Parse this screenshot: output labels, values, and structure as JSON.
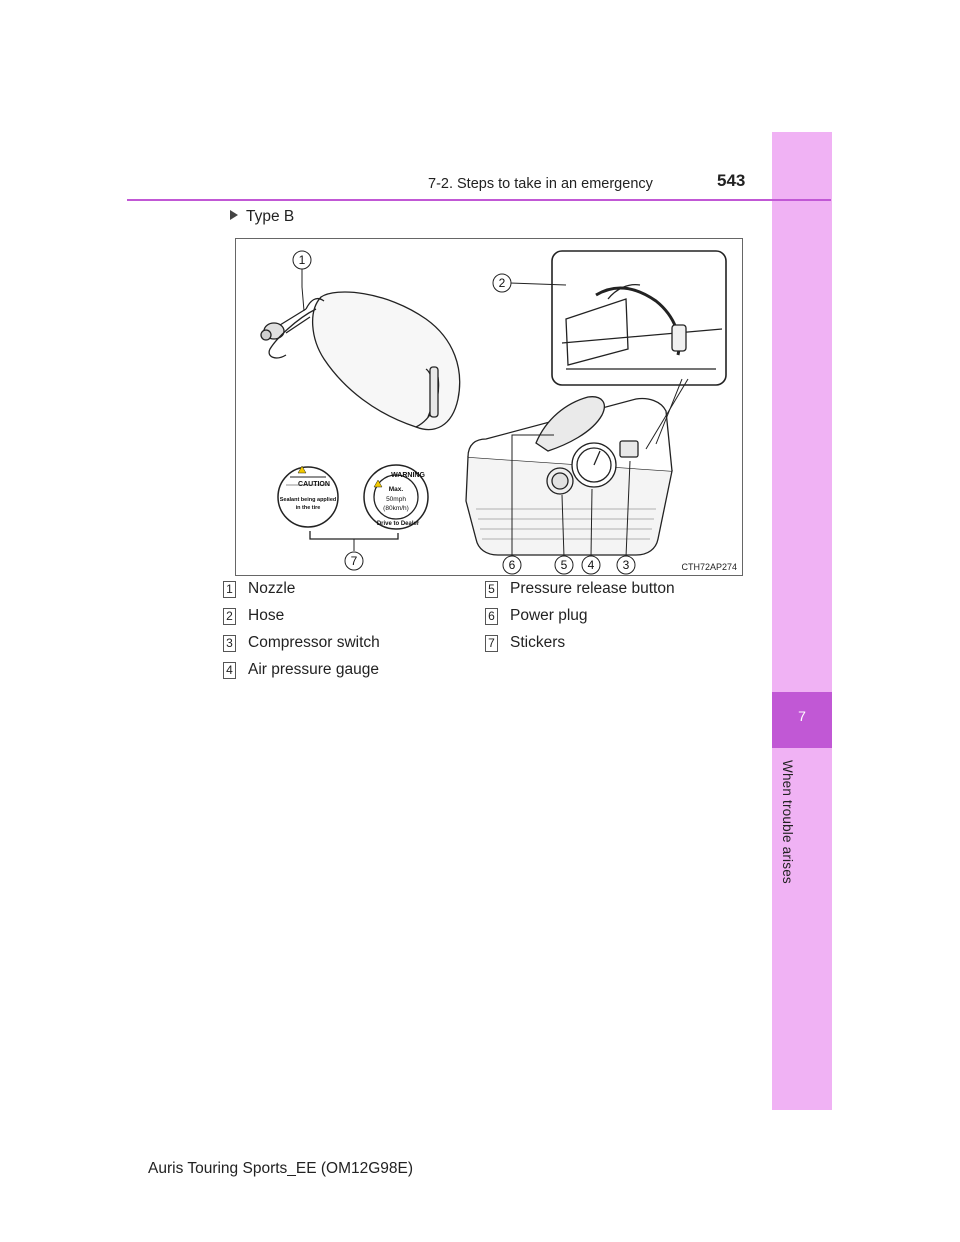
{
  "header": {
    "section_title": "7-2. Steps to take in an emergency",
    "page_number": "543"
  },
  "side_tab": {
    "chapter_number": "7",
    "chapter_title": "When trouble arises"
  },
  "content": {
    "type_heading": "Type B",
    "figure_code": "CTH72AP274",
    "callouts": [
      "1",
      "2",
      "3",
      "4",
      "5",
      "6",
      "7"
    ],
    "stickers": {
      "caution_title": "CAUTION",
      "caution_text_1": "Sealant being applied",
      "caution_text_2": "in the tire",
      "warning_title": "WARNING",
      "warning_max": "Max.",
      "warning_speed_1": "50mph",
      "warning_speed_2": "(80km/h)",
      "warning_bottom": "Drive to Dealer"
    },
    "legend": [
      {
        "num": "1",
        "label": "Nozzle"
      },
      {
        "num": "2",
        "label": "Hose"
      },
      {
        "num": "3",
        "label": "Compressor switch"
      },
      {
        "num": "4",
        "label": "Air pressure gauge"
      },
      {
        "num": "5",
        "label": "Pressure release button"
      },
      {
        "num": "6",
        "label": "Power plug"
      },
      {
        "num": "7",
        "label": "Stickers"
      }
    ]
  },
  "footer": {
    "model": "Auris Touring Sports_EE (OM12G98E)"
  }
}
